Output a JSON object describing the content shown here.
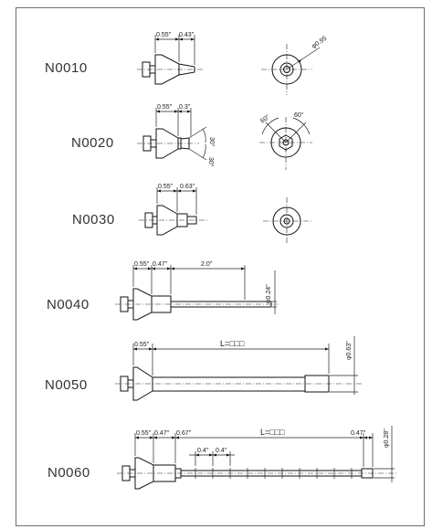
{
  "parts": [
    {
      "id": "N0010",
      "dims": [
        "0.55''",
        "0.43''"
      ],
      "end_view_dim": "φ0.95"
    },
    {
      "id": "N0020",
      "dims": [
        "0.55''",
        "0.3''"
      ],
      "side_angles": [
        "30°",
        "30°"
      ],
      "end_view_angles": [
        "60°",
        "60°"
      ]
    },
    {
      "id": "N0030",
      "dims": [
        "0.55''",
        "0.63''"
      ]
    },
    {
      "id": "N0040",
      "dims": [
        "0.55''",
        "0.47''",
        "2.0''"
      ],
      "dia": "φ0.24''"
    },
    {
      "id": "N0050",
      "dims": [
        "0.55''"
      ],
      "length": "L=□□□",
      "dia": "φ0.63''"
    },
    {
      "id": "N0060",
      "dims": [
        "0.55''",
        "0.47''",
        "0.67''",
        "0.4''",
        "0.4''"
      ],
      "length": "L=□□□",
      "end_dim": "0.47''",
      "dia": "φ0.28''"
    }
  ]
}
